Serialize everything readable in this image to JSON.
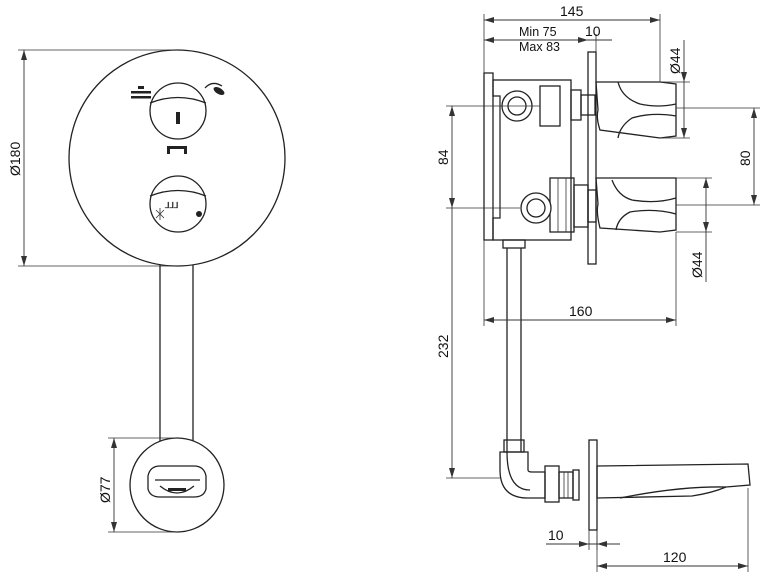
{
  "front_view": {
    "body_diameter": "Ø180",
    "spout_rosette_diameter": "Ø77",
    "button_label": "⅃⅃⅃"
  },
  "side_view": {
    "overall_depth": "145",
    "wall_min": "Min 75",
    "wall_max": "Max 83",
    "plate_thickness": "10",
    "top_outlet_diameter": "Ø44",
    "bottom_outlet_diameter": "Ø44",
    "left_spacing": "84",
    "right_spacing": "80",
    "body_width": "160",
    "pipe_length": "232",
    "spout_offset": "10",
    "spout_length": "120"
  }
}
